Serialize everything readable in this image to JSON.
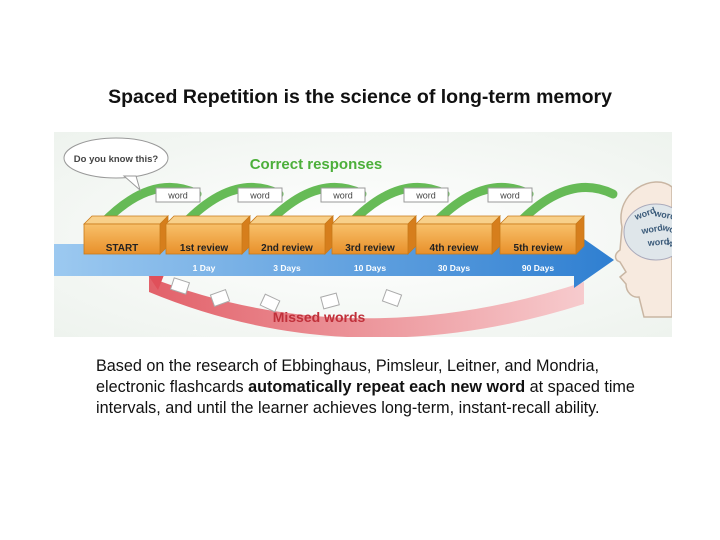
{
  "slide": {
    "title": "Spaced Repetition is the science of long-term memory"
  },
  "diagram": {
    "question": "Do you know this?",
    "correct_label": "Correct responses",
    "missed_label": "Missed words",
    "card_label": "word",
    "head_words": [
      "word",
      "word",
      "word",
      "word",
      "word",
      "word"
    ],
    "stages": [
      "START",
      "1st review",
      "2nd review",
      "3rd review",
      "4th review",
      "5th review"
    ],
    "intervals": [
      "1 Day",
      "3 Days",
      "10 Days",
      "30 Days",
      "90 Days"
    ],
    "colors": {
      "green": "#4caf3a",
      "blue": "#3d8fd6",
      "red": "#e0505a",
      "box": "#f2a23a"
    }
  },
  "body": {
    "p1": "Based on the research of Ebbinghaus, Pimsleur, Leitner, and Mondria, electronic flashcards ",
    "bold1": "automatically repeat each new word",
    "p2": " at spaced time intervals, and until the learner achieves long-term, instant-recall ability."
  }
}
